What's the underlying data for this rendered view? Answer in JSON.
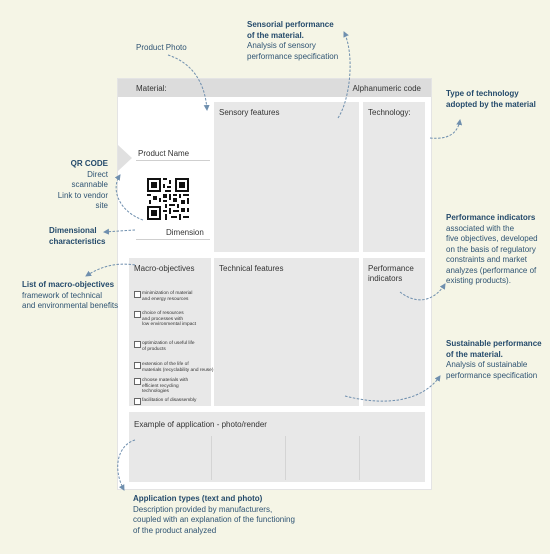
{
  "card": {
    "header_left": "Material:",
    "header_right": "Alphanumeric code",
    "product_name": "Product Name",
    "dimension": "Dimension",
    "sensory_features": "Sensory features",
    "technology": "Technology:",
    "technical_features": "Technical features",
    "performance_line1": "Performance",
    "performance_line2": "indicators",
    "macro_objectives": "Macro-objectives",
    "checklist": [
      [
        "minimization of material",
        "and energy resources"
      ],
      [
        "choice of resources",
        "and processes with",
        "low environmental impact"
      ],
      [
        "optimization of useful life",
        "of products"
      ],
      [
        "extension of the life of",
        "materials (recyclability and reuse)"
      ],
      [
        "choose materials with",
        "efficient recycling",
        "technologies"
      ],
      [
        "facilitation of disassembly"
      ]
    ],
    "application": "Example of application - photo/render"
  },
  "annotations": {
    "product_photo": "Product Photo",
    "sensorial": {
      "bold": [
        "Sensorial performance",
        "of the material."
      ],
      "text": [
        "Analysis of sensory",
        "performance specification"
      ]
    },
    "technology_type": {
      "bold": [
        "Type of technology",
        "adopted by the material"
      ]
    },
    "qr_code": {
      "bold": [
        "QR CODE"
      ],
      "text": [
        "Direct scannable",
        "Link to vendor site"
      ]
    },
    "dimensional": {
      "bold": [
        "Dimensional",
        "characteristics"
      ]
    },
    "performance_indicators": {
      "bold": [
        "Performance indicators"
      ],
      "text": [
        "associated with the",
        "five objectives, developed",
        "on the basis of regulatory",
        "constraints and market",
        "analyzes (performance of",
        "existing products)."
      ]
    },
    "macro_list": {
      "bold": [
        "List of macro-objectives"
      ],
      "text": [
        "framework of technical",
        "and environmental benefits"
      ]
    },
    "sustainable": {
      "bold": [
        "Sustainable performance",
        "of the material."
      ],
      "text": [
        "Analysis of sustainable",
        "performance specification"
      ]
    },
    "application_types": {
      "bold": [
        "Application types (text and photo)"
      ],
      "text": [
        "Description provided by manufacturers,",
        "coupled with  an explanation  of the functioning",
        "of the product analyzed"
      ]
    }
  },
  "colors": {
    "background": "#f5f5e6",
    "panel": "#e8e8e8",
    "header": "#dcdcdc",
    "annotation": "#2f5473",
    "arrow": "#6f8fae"
  }
}
